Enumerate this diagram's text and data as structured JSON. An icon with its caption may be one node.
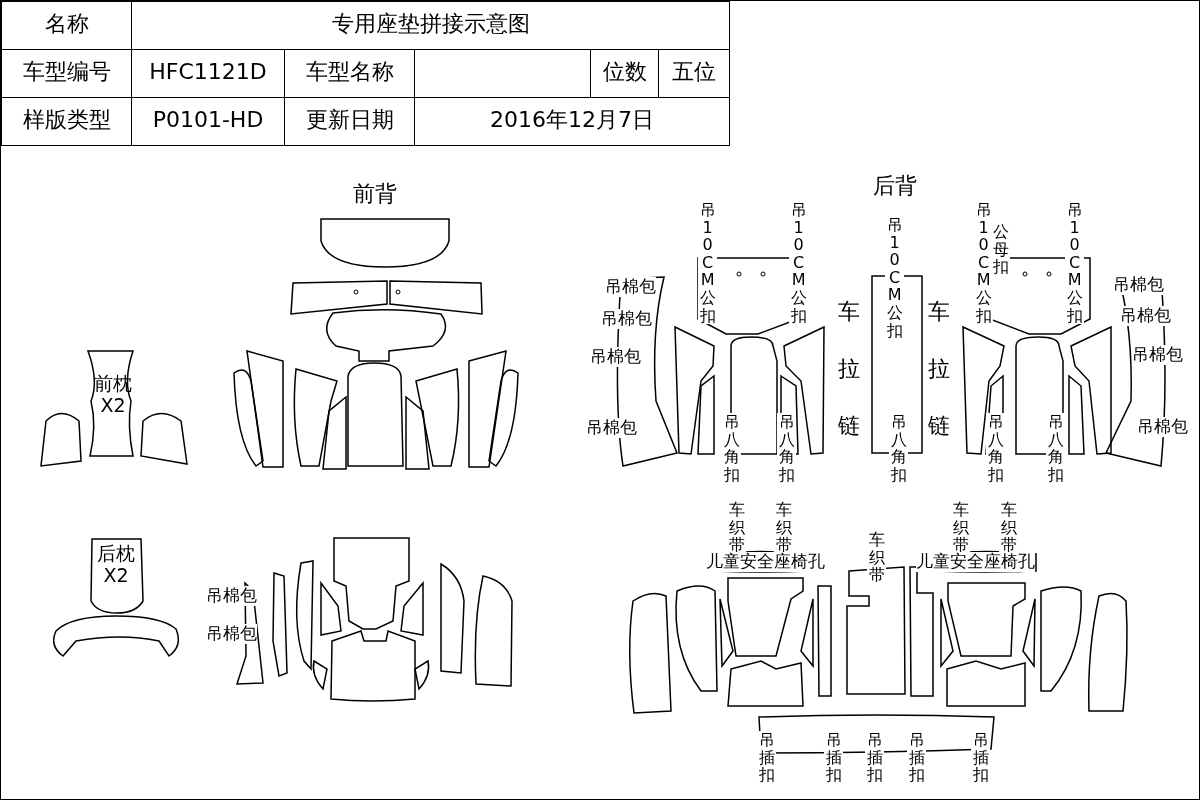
{
  "diagram": {
    "labels": [
      "名称",
      "专用座垫拼接示意图",
      "车型编号",
      "HFC1121D",
      "车型名称",
      "位数",
      "五位",
      "样版类型",
      "P0101-HD",
      "更新日期",
      "2016年12月7日",
      "前背",
      "后背",
      "吊10CM公扣",
      "吊10CM公扣",
      "吊10CM公扣",
      "吊10CM公扣",
      "吊10CM公扣",
      "公母扣",
      "吊棉包",
      "吊棉包",
      "吊棉包",
      "吊棉包",
      "吊棉包",
      "吊棉包",
      "吊棉包",
      "吊棉包",
      "车拉链",
      "车拉链",
      "前枕X2",
      "吊八角扣",
      "吊八角扣",
      "吊八角扣",
      "吊八角扣",
      "吊八角扣",
      "后枕X2",
      "吊棉包",
      "吊棉包",
      "车织带",
      "车织带",
      "车织带",
      "车织带",
      "车织带",
      "儿童安全座椅孔",
      "儿童安全座椅孔",
      "吊插扣",
      "吊插扣",
      "吊插扣",
      "吊插扣",
      "吊插扣"
    ]
  }
}
